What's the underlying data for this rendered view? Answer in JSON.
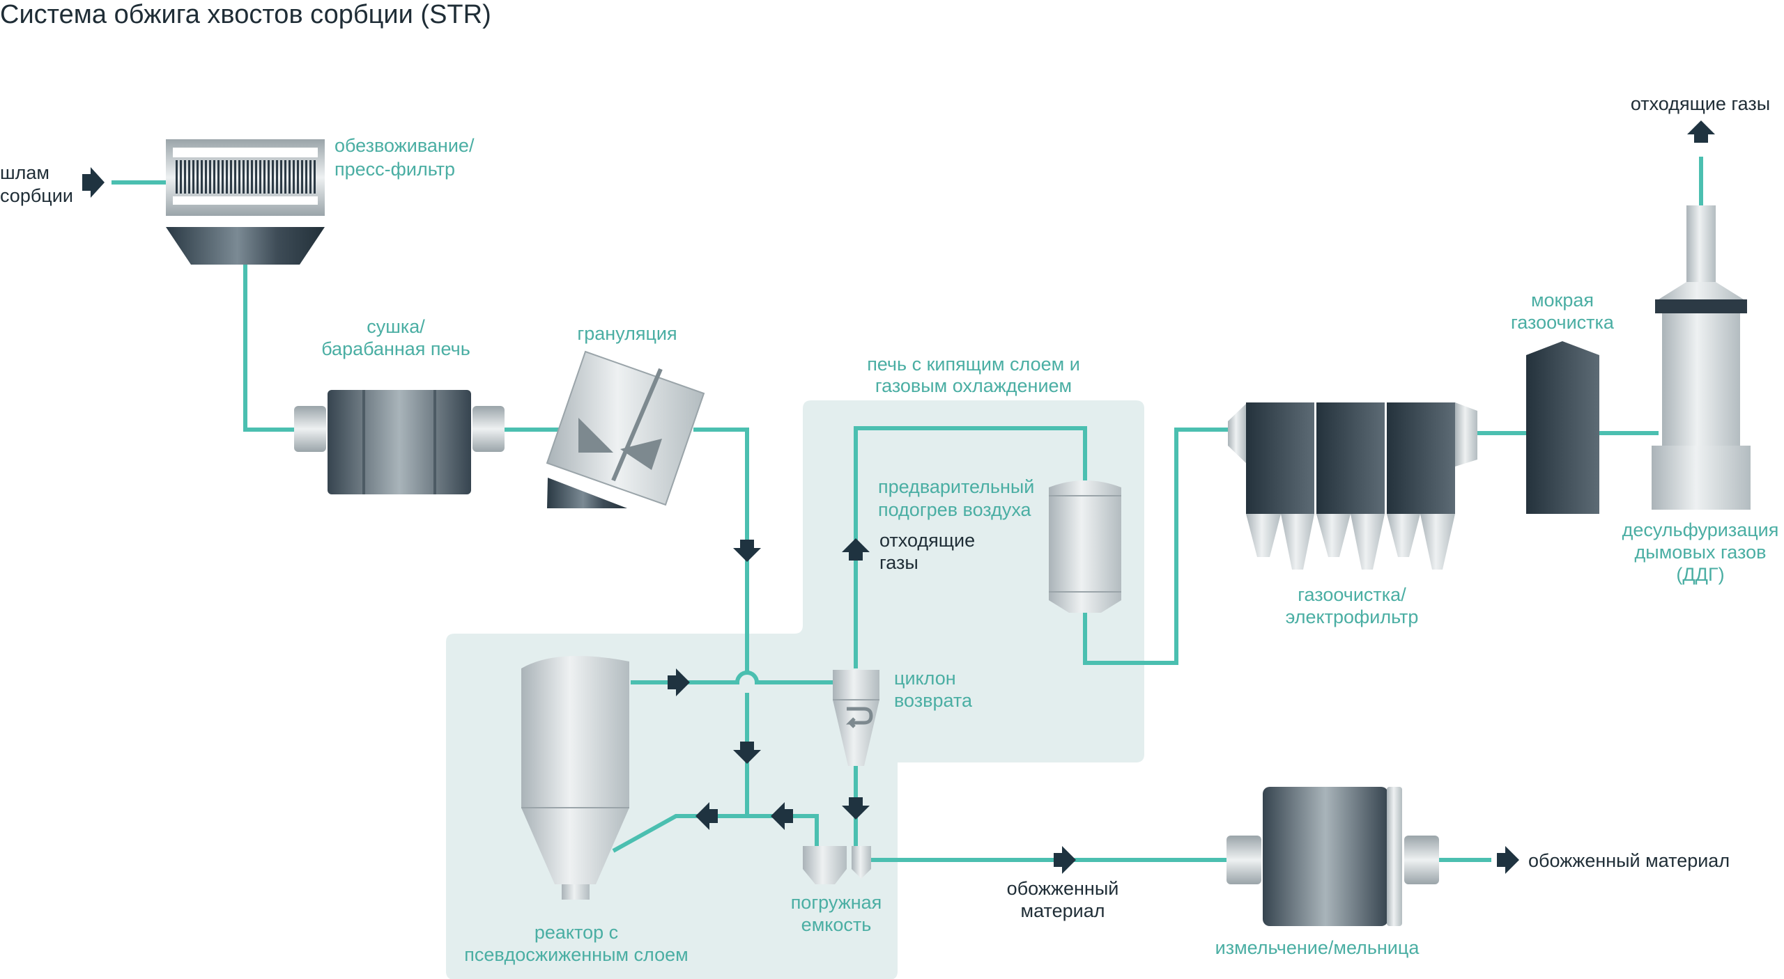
{
  "title": "Система обжига хвостов сорбции (STR)",
  "colors": {
    "pipe": "#4bbfb0",
    "label_teal": "#4aaea3",
    "label_dark": "#1f2d36",
    "arrow": "#1f3340",
    "panel": "#e3eeee",
    "dark_metal": "#2c3a45",
    "light_metal": "#c9d0d3"
  },
  "labels": {
    "sludge_line1": "шлам",
    "sludge_line2": "сорбции",
    "filter_line1": "обезвоживание/",
    "filter_line2": "пресс-фильтр",
    "dryer_line1": "сушка/",
    "dryer_line2": "барабанная печь",
    "granulation": "грануляция",
    "furnace_line1": "печь с кипящим слоем и",
    "furnace_line2": "газовым охлаждением",
    "preheat_line1": "предварительный",
    "preheat_line2": "подогрев воздуха",
    "offgas_inner_line1": "отходящие",
    "offgas_inner_line2": "газы",
    "cyclone_line1": "циклон",
    "cyclone_line2": "возврата",
    "reactor_line1": "реактор с",
    "reactor_line2": "псевдосжиженным слоем",
    "tank_line1": "погружная",
    "tank_line2": "емкость",
    "calcined_mid_line1": "обожженный",
    "calcined_mid_line2": "материал",
    "mill": "измельчение/мельница",
    "calcined_out": "обожженный материал",
    "esp_line1": "газоочистка/",
    "esp_line2": "электрофильтр",
    "wet_line1": "мокрая",
    "wet_line2": "газоочистка",
    "fgd_line1": "десульфуризация",
    "fgd_line2": "дымовых газов",
    "fgd_line3": "(ДДГ)",
    "offgas_top": "отходящие газы"
  }
}
